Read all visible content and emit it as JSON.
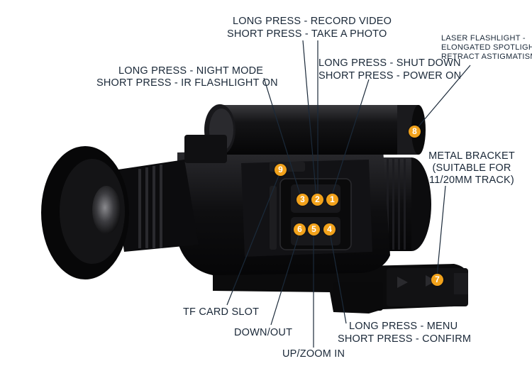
{
  "labels": {
    "record_long": "LONG PRESS - RECORD VIDEO",
    "photo_short": "SHORT PRESS - TAKE A PHOTO",
    "laser_1": "LASER FLASHLIGHT -",
    "laser_2": "ELONGATED SPOTLIGHT",
    "laser_3": "RETRACT ASTIGMATISM",
    "night_long": "LONG PRESS - NIGHT MODE",
    "ir_short": "SHORT PRESS - IR FLASHLIGHT ON",
    "shutdown_long": "LONG PRESS - SHUT DOWN",
    "power_short": "SHORT PRESS - POWER ON",
    "bracket_1": "METAL BRACKET",
    "bracket_2": "(SUITABLE FOR",
    "bracket_3": "11/20MM TRACK)",
    "tf_card": "TF CARD SLOT",
    "down_out": "DOWN/OUT",
    "up_zoom": "UP/ZOOM IN",
    "menu_long": "LONG PRESS - MENU",
    "confirm_short": "SHORT PRESS - CONFIRM"
  },
  "badges": [
    "1",
    "2",
    "3",
    "4",
    "5",
    "6",
    "7",
    "8",
    "9"
  ],
  "colors": {
    "badge": "#f2a21b",
    "text": "#1a2838",
    "device": "#0d0d0f"
  }
}
